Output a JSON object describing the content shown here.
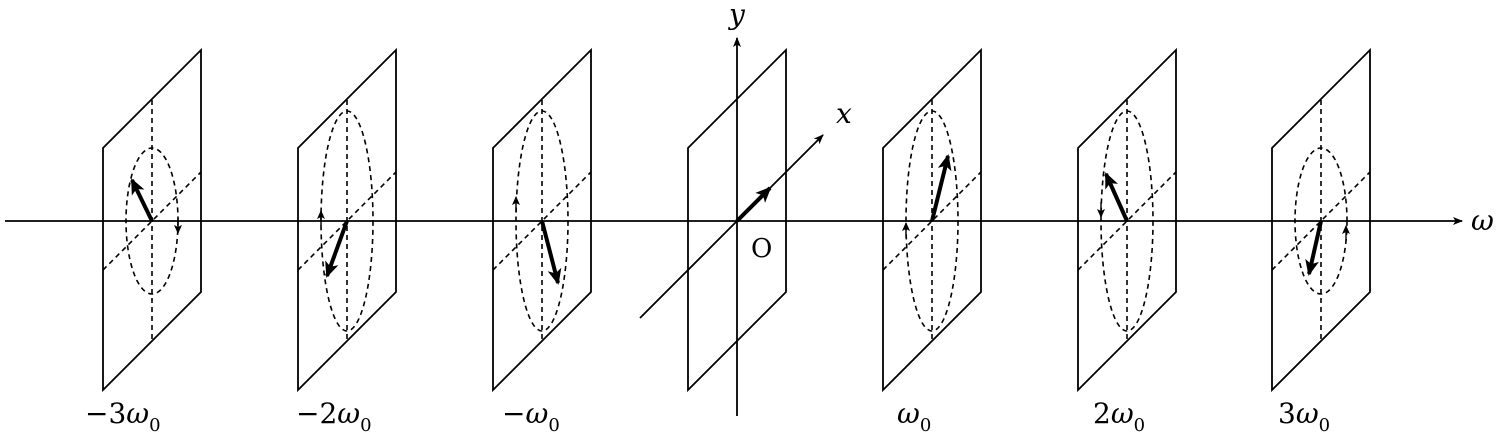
{
  "axes": {
    "y_label": "y",
    "x_label": "x",
    "omega_label": "ω",
    "origin_label": "O"
  },
  "frames": [
    {
      "prefix": "−3",
      "symbol": "ω",
      "subscript": "0"
    },
    {
      "prefix": "−2",
      "symbol": "ω",
      "subscript": "0"
    },
    {
      "prefix": "−",
      "symbol": "ω",
      "subscript": "0"
    },
    {
      "prefix": "",
      "symbol": "",
      "subscript": ""
    },
    {
      "prefix": "",
      "symbol": "ω",
      "subscript": "0"
    },
    {
      "prefix": "2",
      "symbol": "ω",
      "subscript": "0"
    },
    {
      "prefix": "3",
      "symbol": "ω",
      "subscript": "0"
    }
  ]
}
